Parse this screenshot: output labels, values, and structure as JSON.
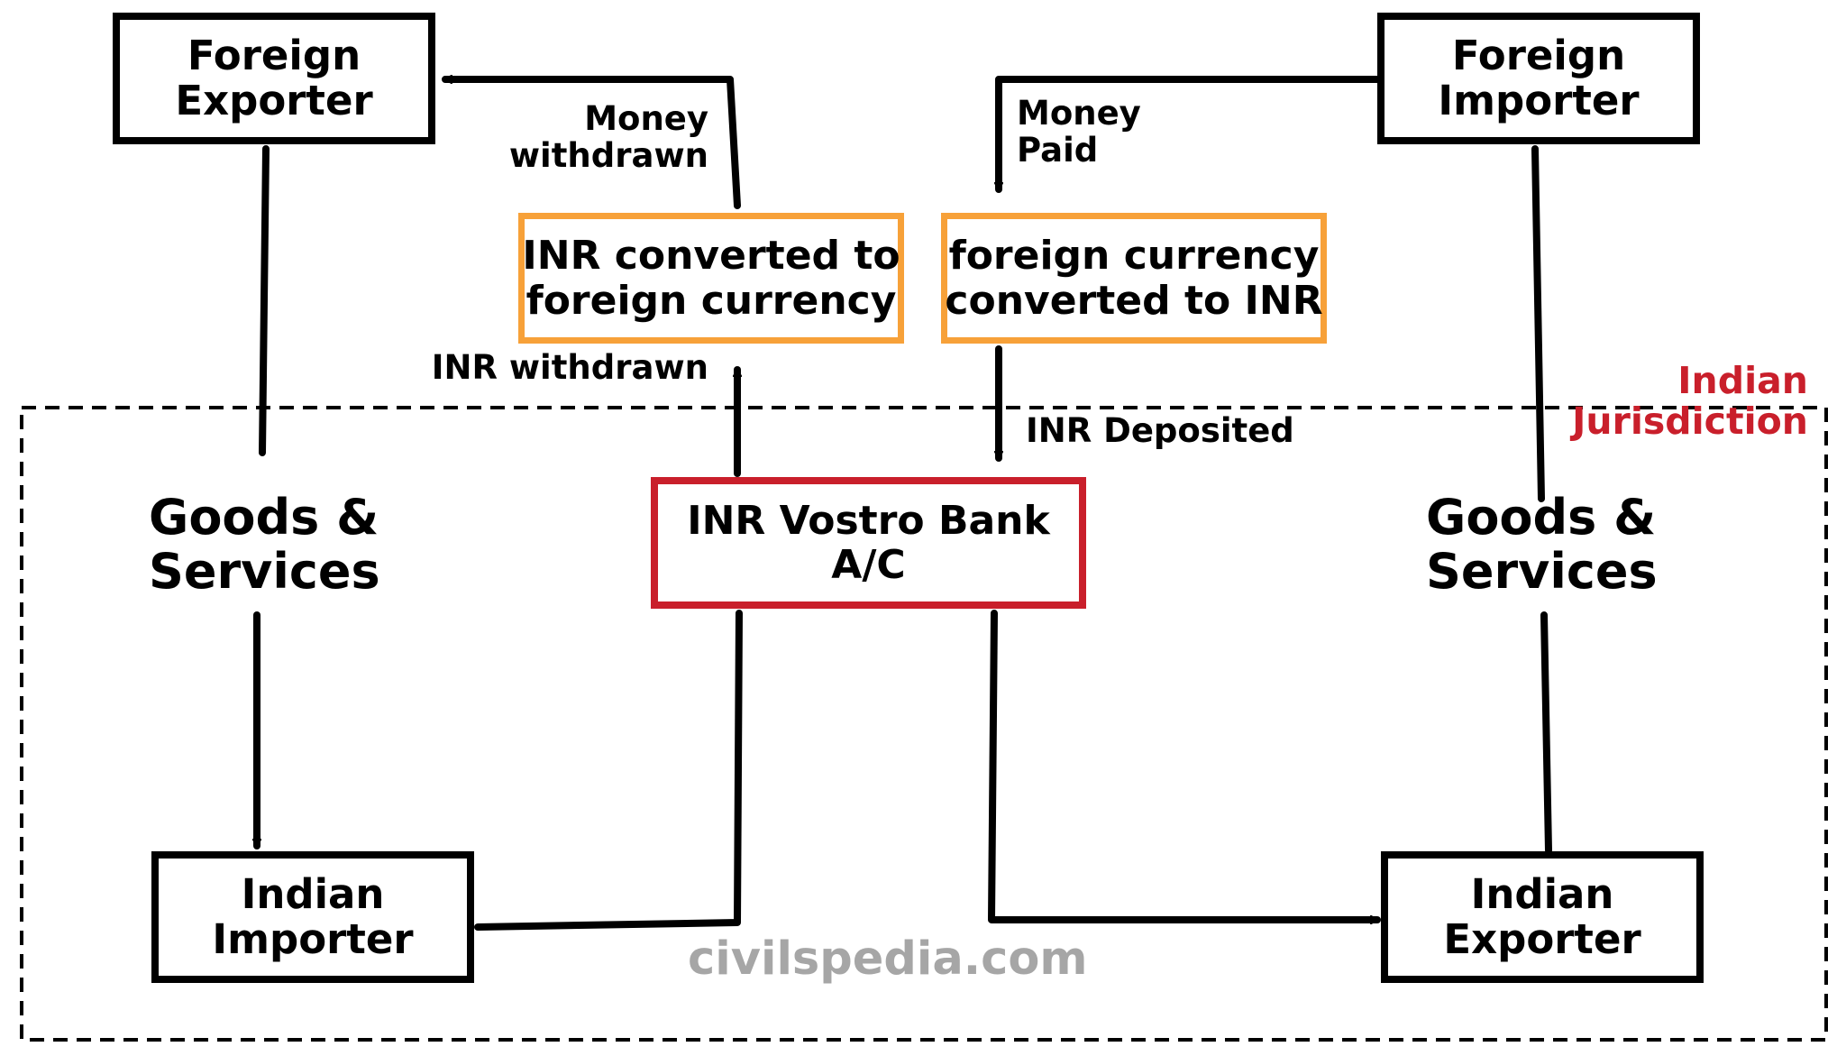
{
  "nodes": {
    "foreign_exporter": [
      "Foreign",
      "Exporter"
    ],
    "foreign_importer": [
      "Foreign",
      "Importer"
    ],
    "inr_to_foreign": [
      "INR converted to",
      "foreign currency"
    ],
    "foreign_to_inr": [
      "foreign currency",
      "converted to INR"
    ],
    "vostro": [
      "INR Vostro Bank",
      "A/C"
    ],
    "indian_importer": [
      "Indian",
      "Importer"
    ],
    "indian_exporter": [
      "Indian",
      "Exporter"
    ]
  },
  "edge_labels": {
    "money_withdrawn": [
      "Money",
      "withdrawn"
    ],
    "money_paid": [
      "Money",
      "Paid"
    ],
    "inr_withdrawn": "INR withdrawn",
    "inr_deposited": "INR Deposited",
    "goods_left": [
      "Goods &",
      "Services"
    ],
    "goods_right": [
      "Goods &",
      "Services"
    ]
  },
  "region": {
    "label": [
      "Indian",
      "Jurisdiction"
    ]
  },
  "watermark": "civilspedia.com",
  "colors": {
    "line": "#000000",
    "conversion_border": "#f7a139",
    "vostro_border": "#c91f2b",
    "jurisdiction_text": "#c91f2b",
    "watermark": "#a6a6a6"
  }
}
